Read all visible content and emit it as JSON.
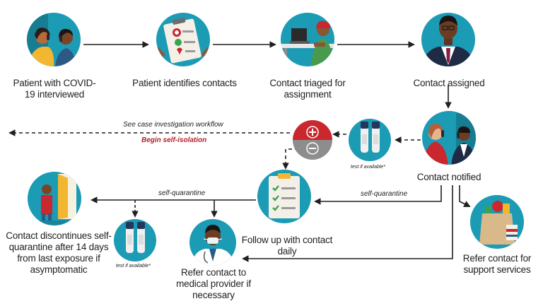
{
  "nodes": {
    "patient_interviewed": "Patient with COVID-19 interviewed",
    "patient_identifies": "Patient identifies contacts",
    "contact_triaged": "Contact triaged for assignment",
    "contact_assigned": "Contact assigned",
    "contact_notified": "Contact notified",
    "follow_up": "Follow up with contact daily",
    "contact_discontinues": "Contact discontinues self-quarantine after 14 days from last exposure if asymptomatic",
    "refer_medical": "Refer contact to medical provider if necessary",
    "refer_support": "Refer contact for support services"
  },
  "notes": {
    "case_workflow": "See case investigation workflow",
    "begin_isolation": "Begin self-isolation",
    "self_quarantine_right": "self-quarantine",
    "self_quarantine_left": "self-quarantine",
    "test_if_available_top": "test if available*",
    "test_if_available_bottom": "test if available*"
  },
  "colors": {
    "teal_circle": "#1c9bb5",
    "arrow": "#1f1f1f",
    "positive_red": "#c8282e",
    "negative_gray": "#8d8d8d",
    "isolation_text": "#b3222a"
  },
  "icons": [
    "phone-call-icon",
    "clipboard-checklist-icon",
    "office-desk-icon",
    "person-suit-icon",
    "test-tube-icon",
    "plus-minus-result-icon",
    "doctor-icon",
    "doorway-icon",
    "grocery-bag-icon"
  ]
}
